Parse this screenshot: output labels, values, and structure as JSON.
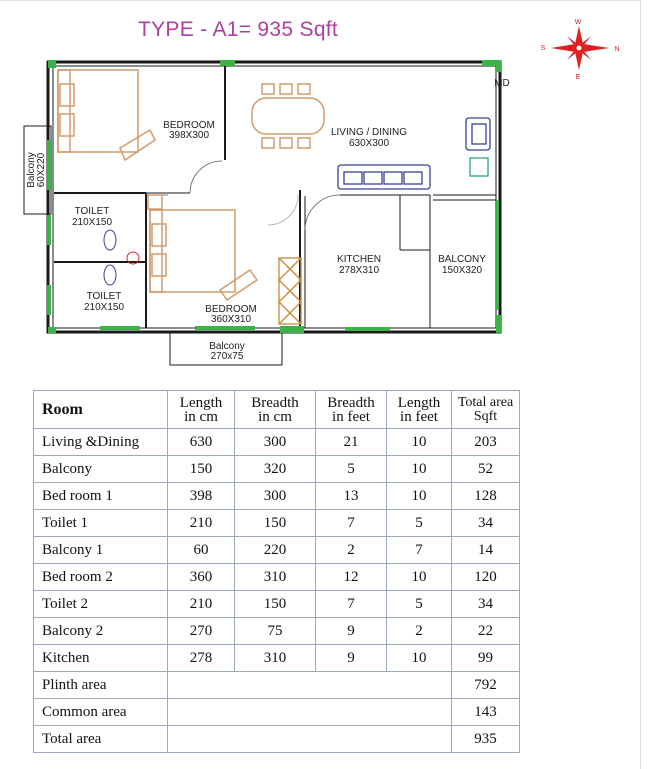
{
  "title": "TYPE - A1= 935 Sqft",
  "compass": {
    "n": "N",
    "s": "S",
    "e": "E",
    "w": "W"
  },
  "plan_labels": {
    "md": "MD",
    "bedroom1": [
      "BEDROOM",
      "398X300"
    ],
    "living": [
      "LIVING / DINING",
      "630X300"
    ],
    "balcony_left": [
      "Balcony",
      "60X220"
    ],
    "toilet1": [
      "TOILET",
      "210X150"
    ],
    "toilet2": [
      "TOILET",
      "210X150"
    ],
    "bedroom2": [
      "BEDROOM",
      "360X310"
    ],
    "kitchen": [
      "KITCHEN",
      "278X310"
    ],
    "balcony_right": [
      "BALCONY",
      "150X320"
    ],
    "balcony_bottom": [
      "Balcony",
      "270x75"
    ]
  },
  "colors": {
    "title": "#b13ca2",
    "wall": "#1a1a1a",
    "window": "#3cb34a",
    "furniture_orange": "#d49a6a",
    "furniture_blue": "#3a3f9a",
    "compass": "#e02020"
  },
  "table": {
    "headers": [
      "Room",
      "Length in cm",
      "Breadth in cm",
      "Breadth in feet",
      "Length in feet",
      "Total area Sqft"
    ],
    "header_lines": [
      [
        "Room"
      ],
      [
        "Length",
        "in cm"
      ],
      [
        "Breadth",
        "in cm"
      ],
      [
        "Breadth",
        "in feet"
      ],
      [
        "Length",
        "in feet"
      ],
      [
        "Total area",
        "Sqft"
      ]
    ],
    "rows": [
      {
        "room": "Living &Dining",
        "length_cm": "630",
        "breadth_cm": "300",
        "breadth_ft": "21",
        "length_ft": "10",
        "total": "203"
      },
      {
        "room": "Balcony",
        "length_cm": "150",
        "breadth_cm": "320",
        "breadth_ft": "5",
        "length_ft": "10",
        "total": "52"
      },
      {
        "room": "Bed room 1",
        "length_cm": "398",
        "breadth_cm": "300",
        "breadth_ft": "13",
        "length_ft": "10",
        "total": "128"
      },
      {
        "room": "Toilet 1",
        "length_cm": "210",
        "breadth_cm": "150",
        "breadth_ft": "7",
        "length_ft": "5",
        "total": "34"
      },
      {
        "room": "Balcony 1",
        "length_cm": "60",
        "breadth_cm": "220",
        "breadth_ft": "2",
        "length_ft": "7",
        "total": "14"
      },
      {
        "room": "Bed room 2",
        "length_cm": "360",
        "breadth_cm": "310",
        "breadth_ft": "12",
        "length_ft": "10",
        "total": "120"
      },
      {
        "room": "Toilet 2",
        "length_cm": "210",
        "breadth_cm": "150",
        "breadth_ft": "7",
        "length_ft": "5",
        "total": "34"
      },
      {
        "room": "Balcony 2",
        "length_cm": "270",
        "breadth_cm": "75",
        "breadth_ft": "9",
        "length_ft": "2",
        "total": "22"
      },
      {
        "room": "Kitchen",
        "length_cm": "278",
        "breadth_cm": "310",
        "breadth_ft": "9",
        "length_ft": "10",
        "total": "99"
      }
    ],
    "summary": [
      {
        "label": "Plinth area",
        "total": "792"
      },
      {
        "label": "Common area",
        "total": "143"
      },
      {
        "label": "Total area",
        "total": "935"
      }
    ]
  }
}
